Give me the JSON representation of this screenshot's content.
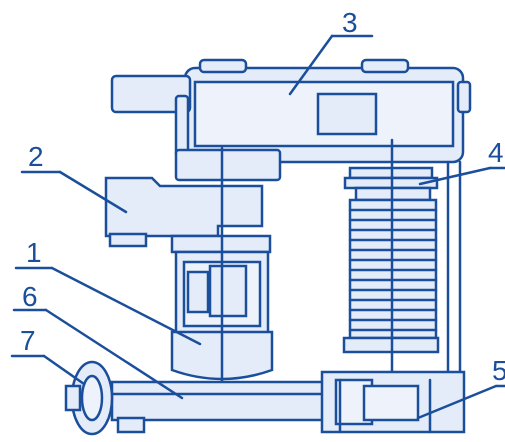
{
  "labels": {
    "l1": "1",
    "l2": "2",
    "l3": "3",
    "l4": "4",
    "l5": "5",
    "l6": "6",
    "l7": "7"
  },
  "colors": {
    "line": "#1b4f9b",
    "fill": "#e3ecf8",
    "background": "#ffffff"
  }
}
